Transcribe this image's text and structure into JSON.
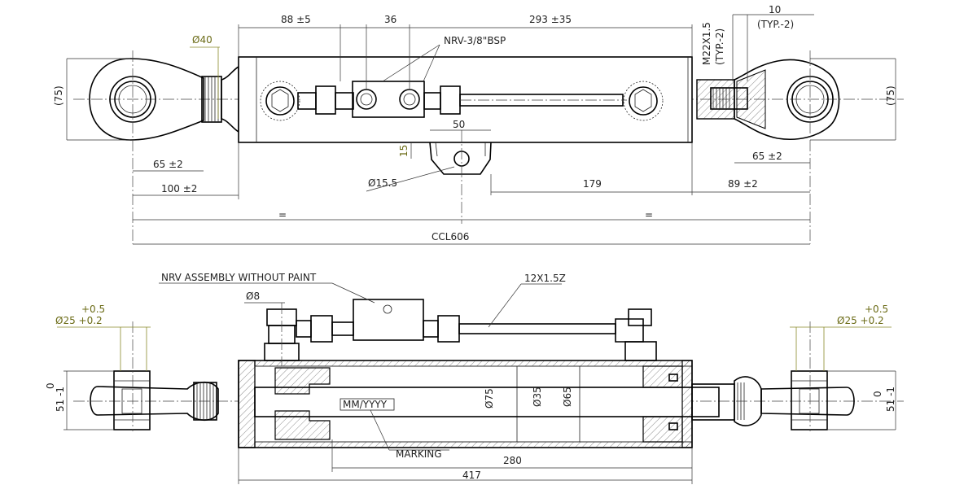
{
  "top_view": {
    "dims": {
      "d1": "88 ±5",
      "d2": "36",
      "d3": "293 ±35",
      "d4": "10",
      "d4b": "(TYP.-2)",
      "thread": "M22X1.5",
      "thread_typ": "(TYP.-2)",
      "dia40": "Ø40",
      "nrv": "NRV-3/8\"BSP",
      "dia75_left": "(75)",
      "dia75_right": "(75)",
      "w50": "50",
      "h15": "15",
      "d65_left": "65 ±2",
      "d65_right": "65 ±2",
      "dia155": "Ø15.5",
      "d100": "100 ±2",
      "d179": "179",
      "d89": "89 ±2",
      "eq_left": "=",
      "eq_right": "=",
      "ccl": "CCL606"
    }
  },
  "bottom_view": {
    "labels": {
      "nrv_assembly": "NRV ASSEMBLY WITHOUT PAINT",
      "pipe": "12X1.5Z",
      "dia8": "Ø8",
      "tol_left_up": "+0.5",
      "tol_left_main": "Ø25 +0.2",
      "tol_right_up": "+0.5",
      "tol_right_main": "Ø25 +0.2",
      "zero_left": "0",
      "d51_left": "51 -1",
      "zero_right": "0",
      "d51_right": "51 -1",
      "dia75": "Ø75",
      "dia35": "Ø35",
      "dia65": "Ø65",
      "marking_stamp": "MM/YYYY",
      "marking": "MARKING",
      "d280": "280",
      "d417": "417"
    }
  }
}
